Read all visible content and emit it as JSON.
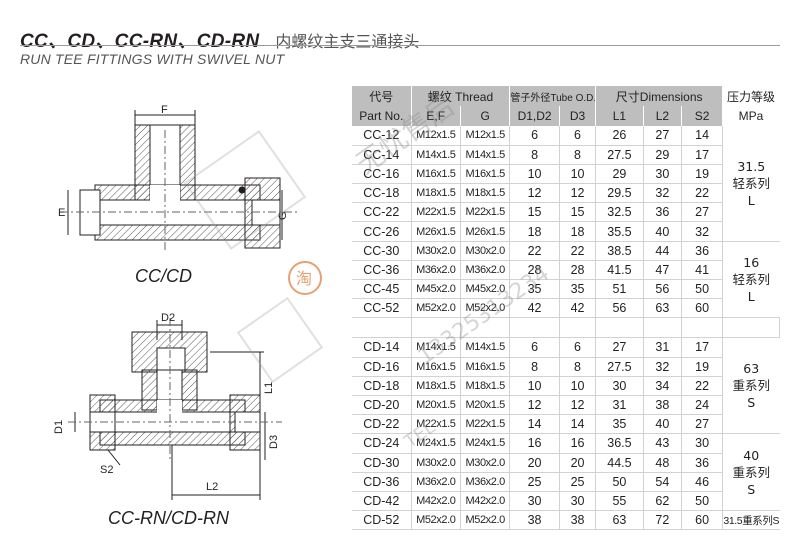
{
  "header": {
    "title_en": "CC、CD、CC-RN、CD-RN",
    "title_cn": "内螺纹主支三通接头",
    "subtitle": "RUN TEE FITTINGS WITH SWIVEL NUT"
  },
  "drawings": {
    "top_caption": "CC/CD",
    "bottom_caption": "CC-RN/CD-RN",
    "top_labels": {
      "f": "F",
      "e": "E",
      "g": "G"
    },
    "bottom_labels": {
      "d2": "D2",
      "d1": "D1",
      "d3": "D3",
      "l1": "L1",
      "l2": "L2",
      "s2": "S2"
    }
  },
  "table": {
    "head1": {
      "code": "代号",
      "thread": "螺纹  Thread",
      "tube": "管子外径Tube O.D.",
      "dims": "尺寸Dimensions",
      "pressure": "压力等级"
    },
    "head2": {
      "code": "Part No.",
      "ef": "E,F",
      "g": "G",
      "d1d2": "D1,D2",
      "d3": "D3",
      "l1": "L1",
      "l2": "L2",
      "s2": "S2",
      "pressure": "MPa"
    },
    "cc_rows": [
      [
        "CC-12",
        "M12x1.5",
        "M12x1.5",
        "6",
        "6",
        "26",
        "27",
        "14"
      ],
      [
        "CC-14",
        "M14x1.5",
        "M14x1.5",
        "8",
        "8",
        "27.5",
        "29",
        "17"
      ],
      [
        "CC-16",
        "M16x1.5",
        "M16x1.5",
        "10",
        "10",
        "29",
        "30",
        "19"
      ],
      [
        "CC-18",
        "M18x1.5",
        "M18x1.5",
        "12",
        "12",
        "29.5",
        "32",
        "22"
      ],
      [
        "CC-22",
        "M22x1.5",
        "M22x1.5",
        "15",
        "15",
        "32.5",
        "36",
        "27"
      ],
      [
        "CC-26",
        "M26x1.5",
        "M26x1.5",
        "18",
        "18",
        "35.5",
        "40",
        "32"
      ],
      [
        "CC-30",
        "M30x2.0",
        "M30x2.0",
        "22",
        "22",
        "38.5",
        "44",
        "36"
      ],
      [
        "CC-36",
        "M36x2.0",
        "M36x2.0",
        "28",
        "28",
        "41.5",
        "47",
        "41"
      ],
      [
        "CC-45",
        "M45x2.0",
        "M45x2.0",
        "35",
        "35",
        "51",
        "56",
        "50"
      ],
      [
        "CC-52",
        "M52x2.0",
        "M52x2.0",
        "42",
        "42",
        "56",
        "63",
        "60"
      ]
    ],
    "cd_rows": [
      [
        "CD-14",
        "M14x1.5",
        "M14x1.5",
        "6",
        "6",
        "27",
        "31",
        "17"
      ],
      [
        "CD-16",
        "M16x1.5",
        "M16x1.5",
        "8",
        "8",
        "27.5",
        "32",
        "19"
      ],
      [
        "CD-18",
        "M18x1.5",
        "M18x1.5",
        "10",
        "10",
        "30",
        "34",
        "22"
      ],
      [
        "CD-20",
        "M20x1.5",
        "M20x1.5",
        "12",
        "12",
        "31",
        "38",
        "24"
      ],
      [
        "CD-22",
        "M22x1.5",
        "M22x1.5",
        "14",
        "14",
        "35",
        "40",
        "27"
      ],
      [
        "CD-24",
        "M24x1.5",
        "M24x1.5",
        "16",
        "16",
        "36.5",
        "43",
        "30"
      ],
      [
        "CD-30",
        "M30x2.0",
        "M30x2.0",
        "20",
        "20",
        "44.5",
        "48",
        "36"
      ],
      [
        "CD-36",
        "M36x2.0",
        "M36x2.0",
        "25",
        "25",
        "50",
        "54",
        "46"
      ],
      [
        "CD-42",
        "M42x2.0",
        "M42x2.0",
        "30",
        "30",
        "55",
        "62",
        "50"
      ],
      [
        "CD-52",
        "M52x2.0",
        "M52x2.0",
        "38",
        "38",
        "63",
        "72",
        "60"
      ]
    ],
    "pressure_groups": {
      "g1": [
        "31.5",
        "轻系列",
        "L"
      ],
      "g2": [
        "16",
        "轻系列",
        "L"
      ],
      "g3": [
        "63",
        "重系列",
        "S"
      ],
      "g4": [
        "40",
        "重系列",
        "S"
      ],
      "g5": "31.5重系列S"
    }
  },
  "watermark": {
    "text1": "无忧售后",
    "text2": "淘",
    "phone": "13325313234",
    "tel": "TEL"
  },
  "colors": {
    "header_bg": "#bebebe",
    "line": "#231f20",
    "hatch": "#555555",
    "watermark": "#c0392b"
  }
}
